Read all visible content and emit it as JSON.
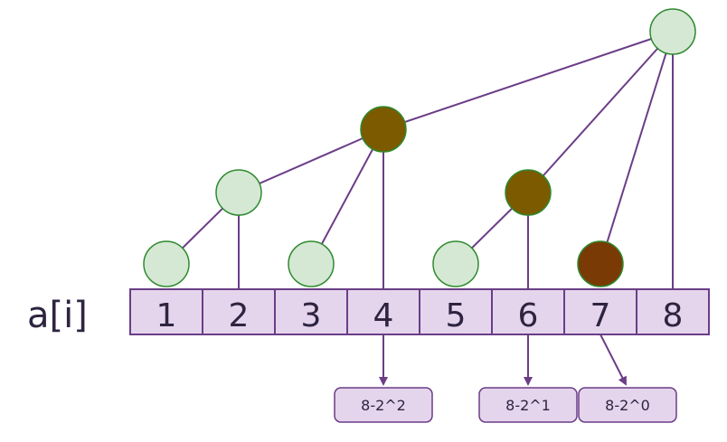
{
  "array_label": "a[i]",
  "cells": [
    "1",
    "2",
    "3",
    "4",
    "5",
    "6",
    "7",
    "8"
  ],
  "index_boxes": [
    {
      "text": "8-2^2",
      "source_cell": 4
    },
    {
      "text": "8-2^1",
      "source_cell": 6
    },
    {
      "text": "8-2^0",
      "source_cell": 7
    }
  ],
  "colors": {
    "line": "#6b3d87",
    "cell_fill": "#e4d5ec",
    "node_light": "#d5e8d4",
    "node_dark_olive": "#7b5a00",
    "node_dark_brown": "#7a3a06",
    "node_stroke": "#2f8a2f",
    "text": "#2e2440"
  },
  "tree_nodes": [
    {
      "id": "n1",
      "style": "light"
    },
    {
      "id": "n2",
      "style": "light"
    },
    {
      "id": "n3",
      "style": "light"
    },
    {
      "id": "n4",
      "style": "olive"
    },
    {
      "id": "n5",
      "style": "light"
    },
    {
      "id": "n6",
      "style": "olive"
    },
    {
      "id": "n7",
      "style": "brown"
    },
    {
      "id": "n8",
      "style": "light"
    }
  ]
}
